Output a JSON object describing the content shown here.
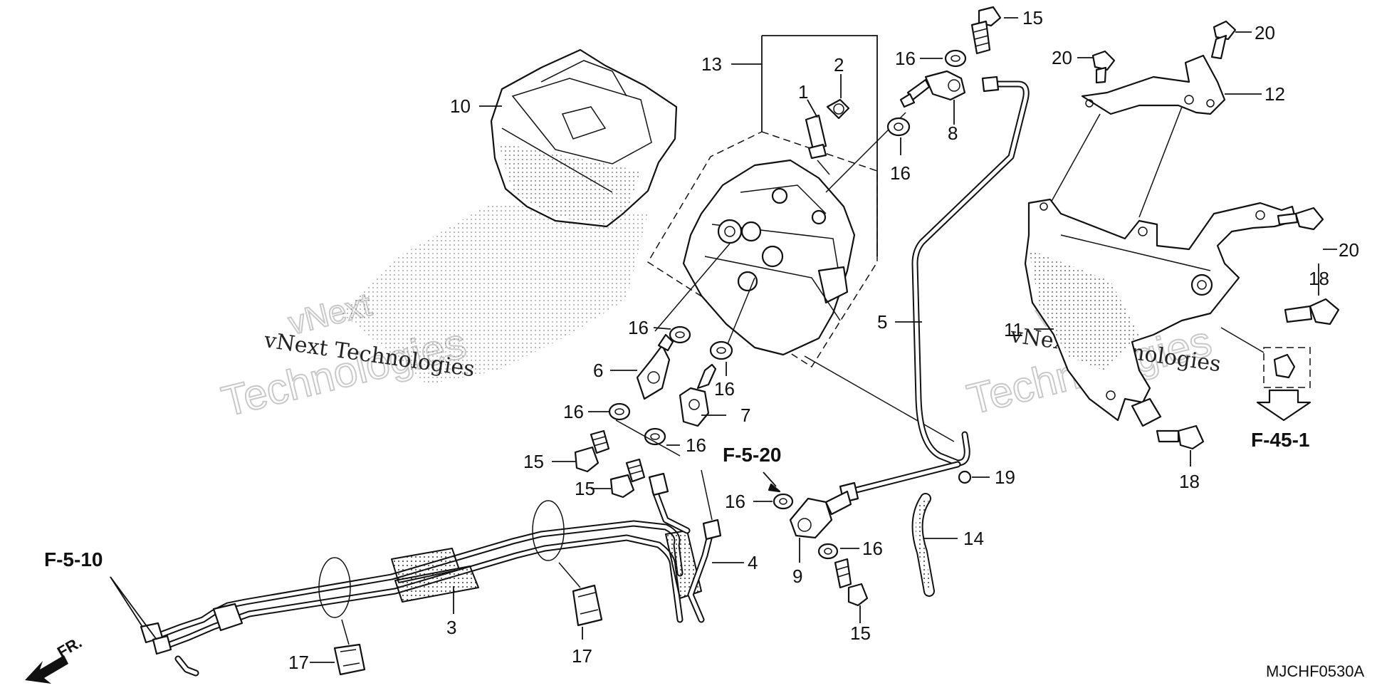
{
  "callouts": [
    "1",
    "2",
    "3",
    "4",
    "5",
    "6",
    "7",
    "8",
    "9",
    "10",
    "11",
    "12",
    "13",
    "14",
    "15",
    "15",
    "15",
    "15",
    "16",
    "16",
    "16",
    "16",
    "16",
    "16",
    "16",
    "16",
    "17",
    "17",
    "18",
    "18",
    "19",
    "20",
    "20",
    "20"
  ],
  "references": {
    "f5_10": "F-5-10",
    "f5_20": "F-5-20",
    "f45_1": "F-45-1"
  },
  "direction_label": "FR.",
  "diagram_code": "MJCHF0530A",
  "watermarks": {
    "left_company": "vNext Technologies",
    "left_big": "Technologies",
    "left_small": "vNext",
    "right_company": "vNext Technologies",
    "right_big": "Technologies",
    "right_small": "vNext"
  }
}
